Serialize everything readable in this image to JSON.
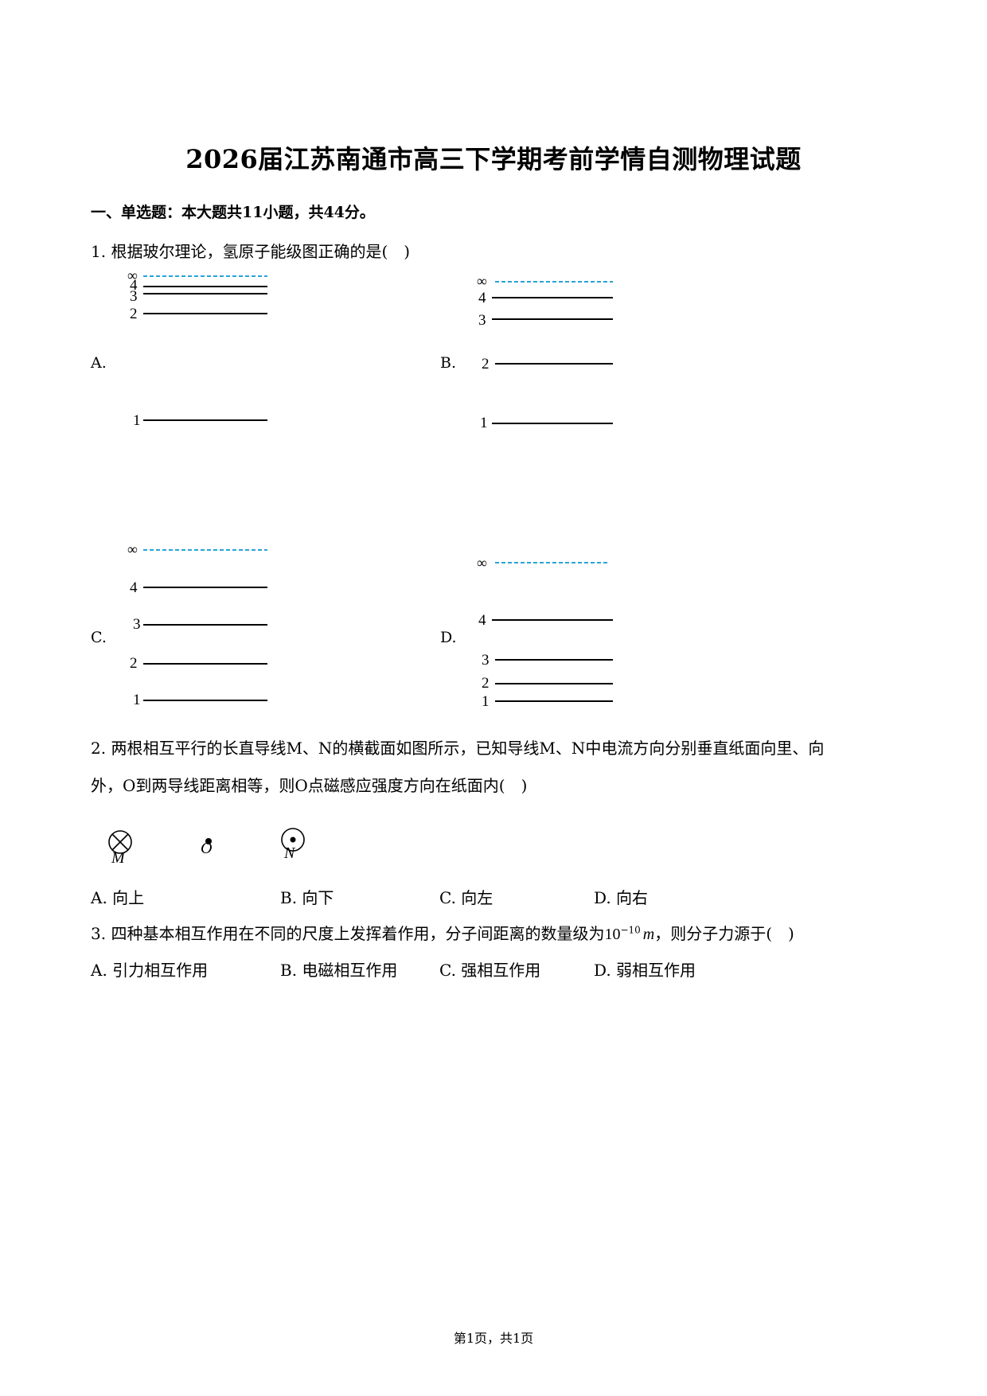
{
  "title": "2026届江苏南通市高三下学期考前学情自测物理试题",
  "section": "一、单选题：本大题共11小题，共44分。",
  "q1": {
    "stem": "1. 根据玻尔理论，氢原子能级图正确的是(　)",
    "options": [
      "A.",
      "B.",
      "C.",
      "D."
    ],
    "level_labels": [
      "∞",
      "4",
      "3",
      "2",
      "1"
    ]
  },
  "q2": {
    "stem_line1": "2. 两根相互平行的长直导线M、N的横截面如图所示，已知导线M、N中电流方向分别垂直纸面向里、向",
    "stem_line2": "外，O到两导线距离相等，则O点磁感应强度方向在纸面内(　)",
    "labels": {
      "m": "M",
      "o": "O",
      "n": "N"
    },
    "options": [
      "A. 向上",
      "B. 向下",
      "C. 向左",
      "D. 向右"
    ]
  },
  "q3": {
    "stem_pre": "3. 四种基本相互作用在不同的尺度上发挥着作用，分子间距离的数量级为",
    "stem_base": "10",
    "stem_exp": "−10",
    "stem_unit": "m",
    "stem_post": "，则分子力源于(　)",
    "options": [
      "A. 引力相互作用",
      "B. 电磁相互作用",
      "C. 强相互作用",
      "D. 弱相互作用"
    ]
  },
  "footer": "第1页，共1页",
  "colors": {
    "dashed_line": "#29a3d9"
  }
}
